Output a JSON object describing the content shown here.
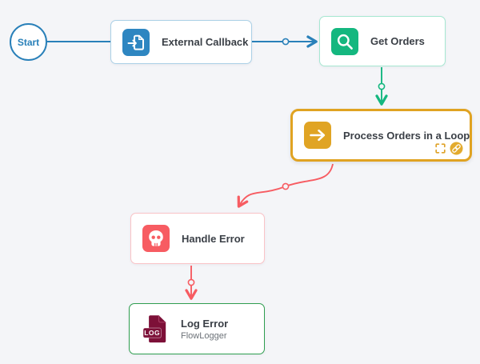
{
  "canvas": {
    "background_color": "#f4f5f8",
    "type": "flow-builder-canvas"
  },
  "flow": {
    "start_node": {
      "label": "Start",
      "color": "#2980b9"
    },
    "nodes": [
      {
        "id": "external-callback",
        "label": "External Callback",
        "icon": "callback-import-icon",
        "accent": "#2e86c1",
        "border": "#abd0e6"
      },
      {
        "id": "get-orders",
        "label": "Get Orders",
        "icon": "search-icon",
        "accent": "#14b77f",
        "border": "#a6e7d1"
      },
      {
        "id": "process-orders-loop",
        "label": "Process Orders in a Loop",
        "icon": "arrow-right-icon",
        "accent": "#e0a424",
        "border": "#e0a322",
        "selected": true,
        "badges": [
          "expand-icon",
          "link-badge-icon"
        ]
      },
      {
        "id": "handle-error",
        "label": "Handle Error",
        "icon": "skull-icon",
        "accent": "#f75c62",
        "border": "#fac3c7"
      },
      {
        "id": "log-error",
        "label": "Log Error",
        "sublabel": "FlowLogger",
        "icon": "log-file-icon",
        "icon_text": "LOG",
        "accent": "#7d1038",
        "border": "#2f9e50"
      }
    ],
    "edges": [
      {
        "from": "start",
        "to": "external-callback",
        "color": "#2980b9",
        "arrow": false,
        "midpoint_handle": false
      },
      {
        "from": "external-callback",
        "to": "get-orders",
        "color": "#2980b9",
        "arrow": true,
        "midpoint_handle": true
      },
      {
        "from": "get-orders",
        "to": "process-orders-loop",
        "color": "#14b77f",
        "arrow": true,
        "midpoint_handle": true
      },
      {
        "from": "process-orders-loop",
        "to": "handle-error",
        "color": "#f75c62",
        "arrow": true,
        "midpoint_handle": true
      },
      {
        "from": "handle-error",
        "to": "log-error",
        "color": "#f75c62",
        "arrow": true,
        "midpoint_handle": true
      }
    ]
  }
}
